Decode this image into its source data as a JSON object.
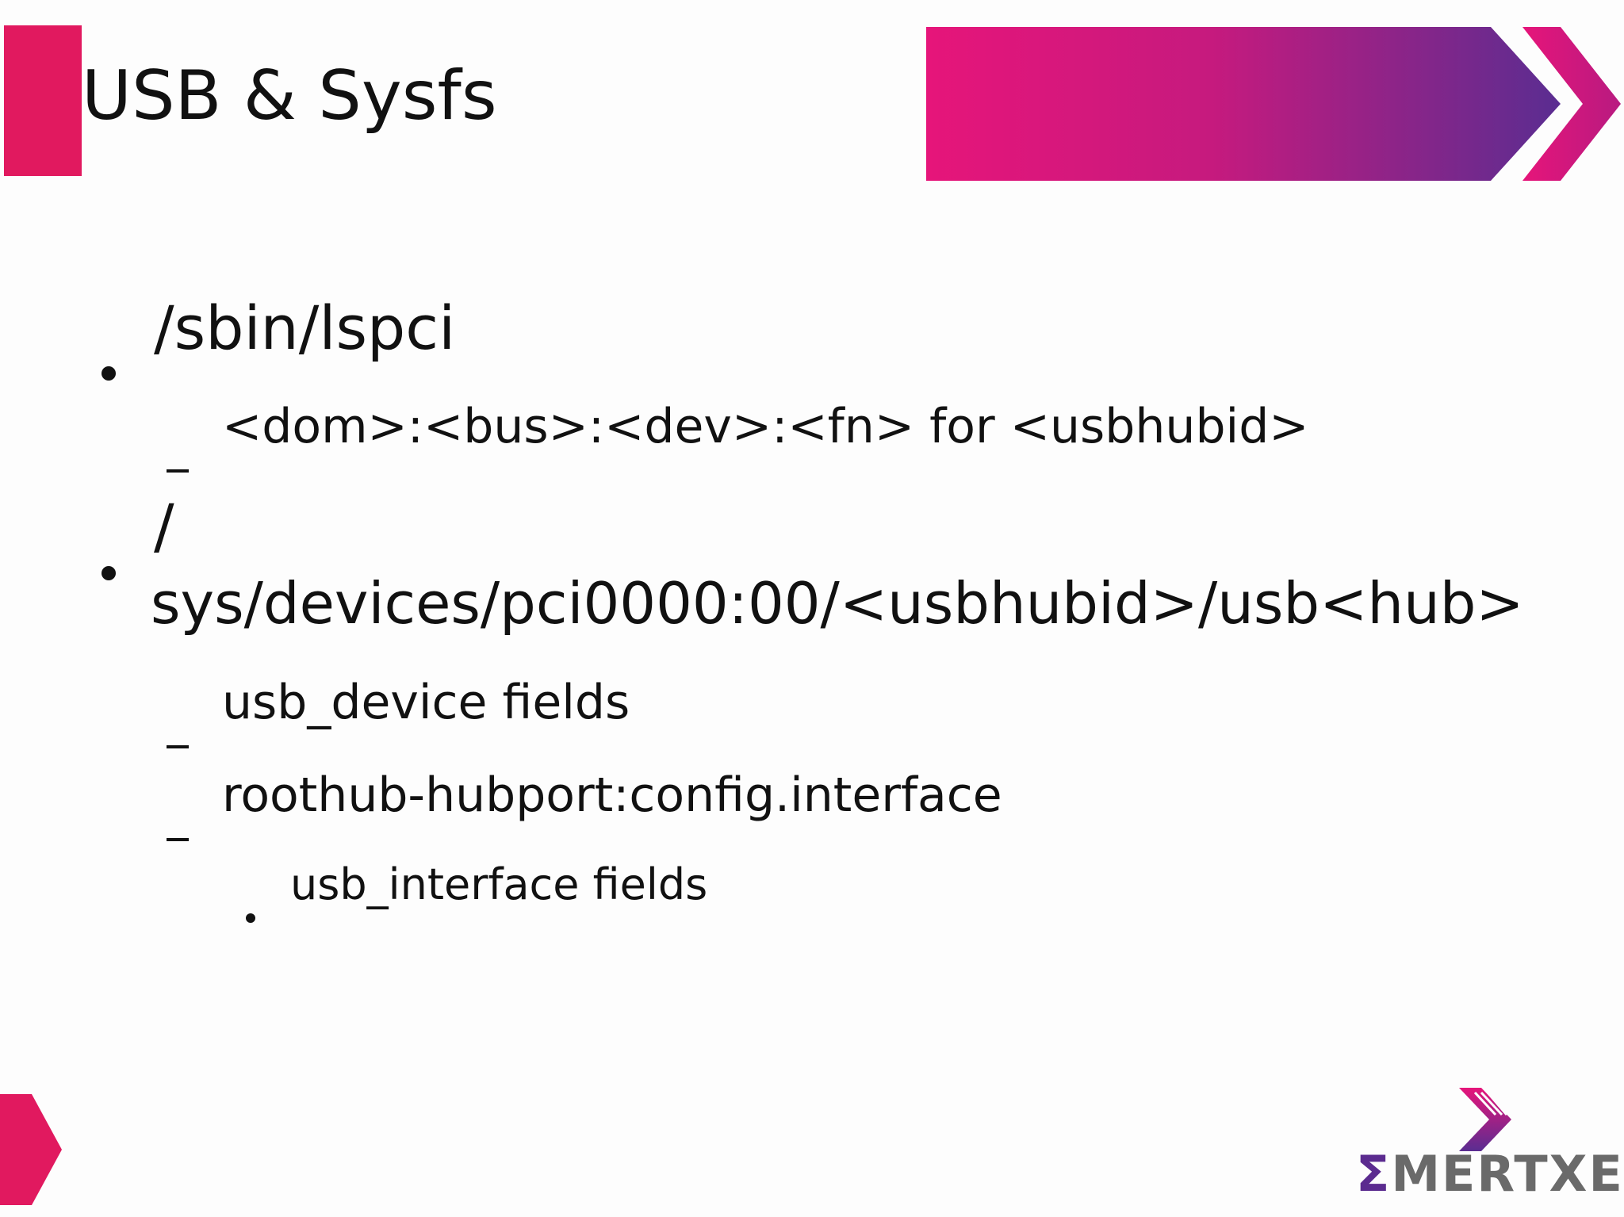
{
  "slide": {
    "title": "USB & Sysfs",
    "colors": {
      "accent_pink": "#e6157a",
      "accent_purple": "#5a2d91",
      "left_bar": "#e1195f",
      "text": "#111111",
      "logo_gray": "#6a6a6a"
    }
  },
  "bullets": [
    {
      "level": 1,
      "text": "/sbin/lspci"
    },
    {
      "level": 2,
      "text": "<dom>:<bus>:<dev>:<fn> for <usbhubid>"
    },
    {
      "level": 1,
      "text": "/"
    },
    {
      "level": 1,
      "text": "sys/devices/pci0000:00/<usbhubid>/usb<hub>"
    },
    {
      "level": 2,
      "text": "usb_device fields"
    },
    {
      "level": 2,
      "text": "roothub-hubport:config.interface"
    },
    {
      "level": 3,
      "text": "usb_interface fields"
    }
  ],
  "logo": {
    "sigma": "Σ",
    "text": "MERTXE",
    "icon": "arrow-chevron-icon"
  }
}
